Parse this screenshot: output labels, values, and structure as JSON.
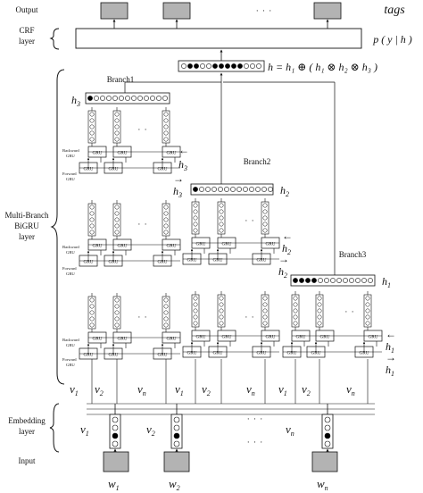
{
  "labels": {
    "output": "Output",
    "crf": "CRF\nlayer",
    "multibranch": "Multi-Branch\nBiGRU\nlayer",
    "embedding": "Embedding\nlayer",
    "input": "Input",
    "tags": "tags",
    "crf_formula": "p ( y | h )",
    "concat_formula": "h = h₁ ⊕ ( h₁ ⊗ h₂ ⊗ h₃ )",
    "branch1": "Branch1",
    "branch2": "Branch2",
    "branch3": "Branch3",
    "gru": "GRU",
    "backward_gru": "Backward\nGRU",
    "forward_gru": "Forward\nGRU",
    "ellipsis": "· · ·"
  },
  "vars": {
    "v1": "v",
    "v1_sub": "1",
    "v2": "v",
    "v2_sub": "2",
    "vn": "v",
    "vn_sub": "n",
    "w1": "w",
    "w1_sub": "1",
    "w2": "w",
    "w2_sub": "2",
    "wn": "w",
    "wn_sub": "n",
    "h1": "h",
    "h1_sub": "1",
    "h2": "h",
    "h2_sub": "2",
    "h3": "h",
    "h3_sub": "3",
    "arrow_left": "←",
    "arrow_right": "→"
  },
  "colors": {
    "line": "#111111",
    "box_fill": "#b3b3b3",
    "filled_dot": "#000000"
  }
}
